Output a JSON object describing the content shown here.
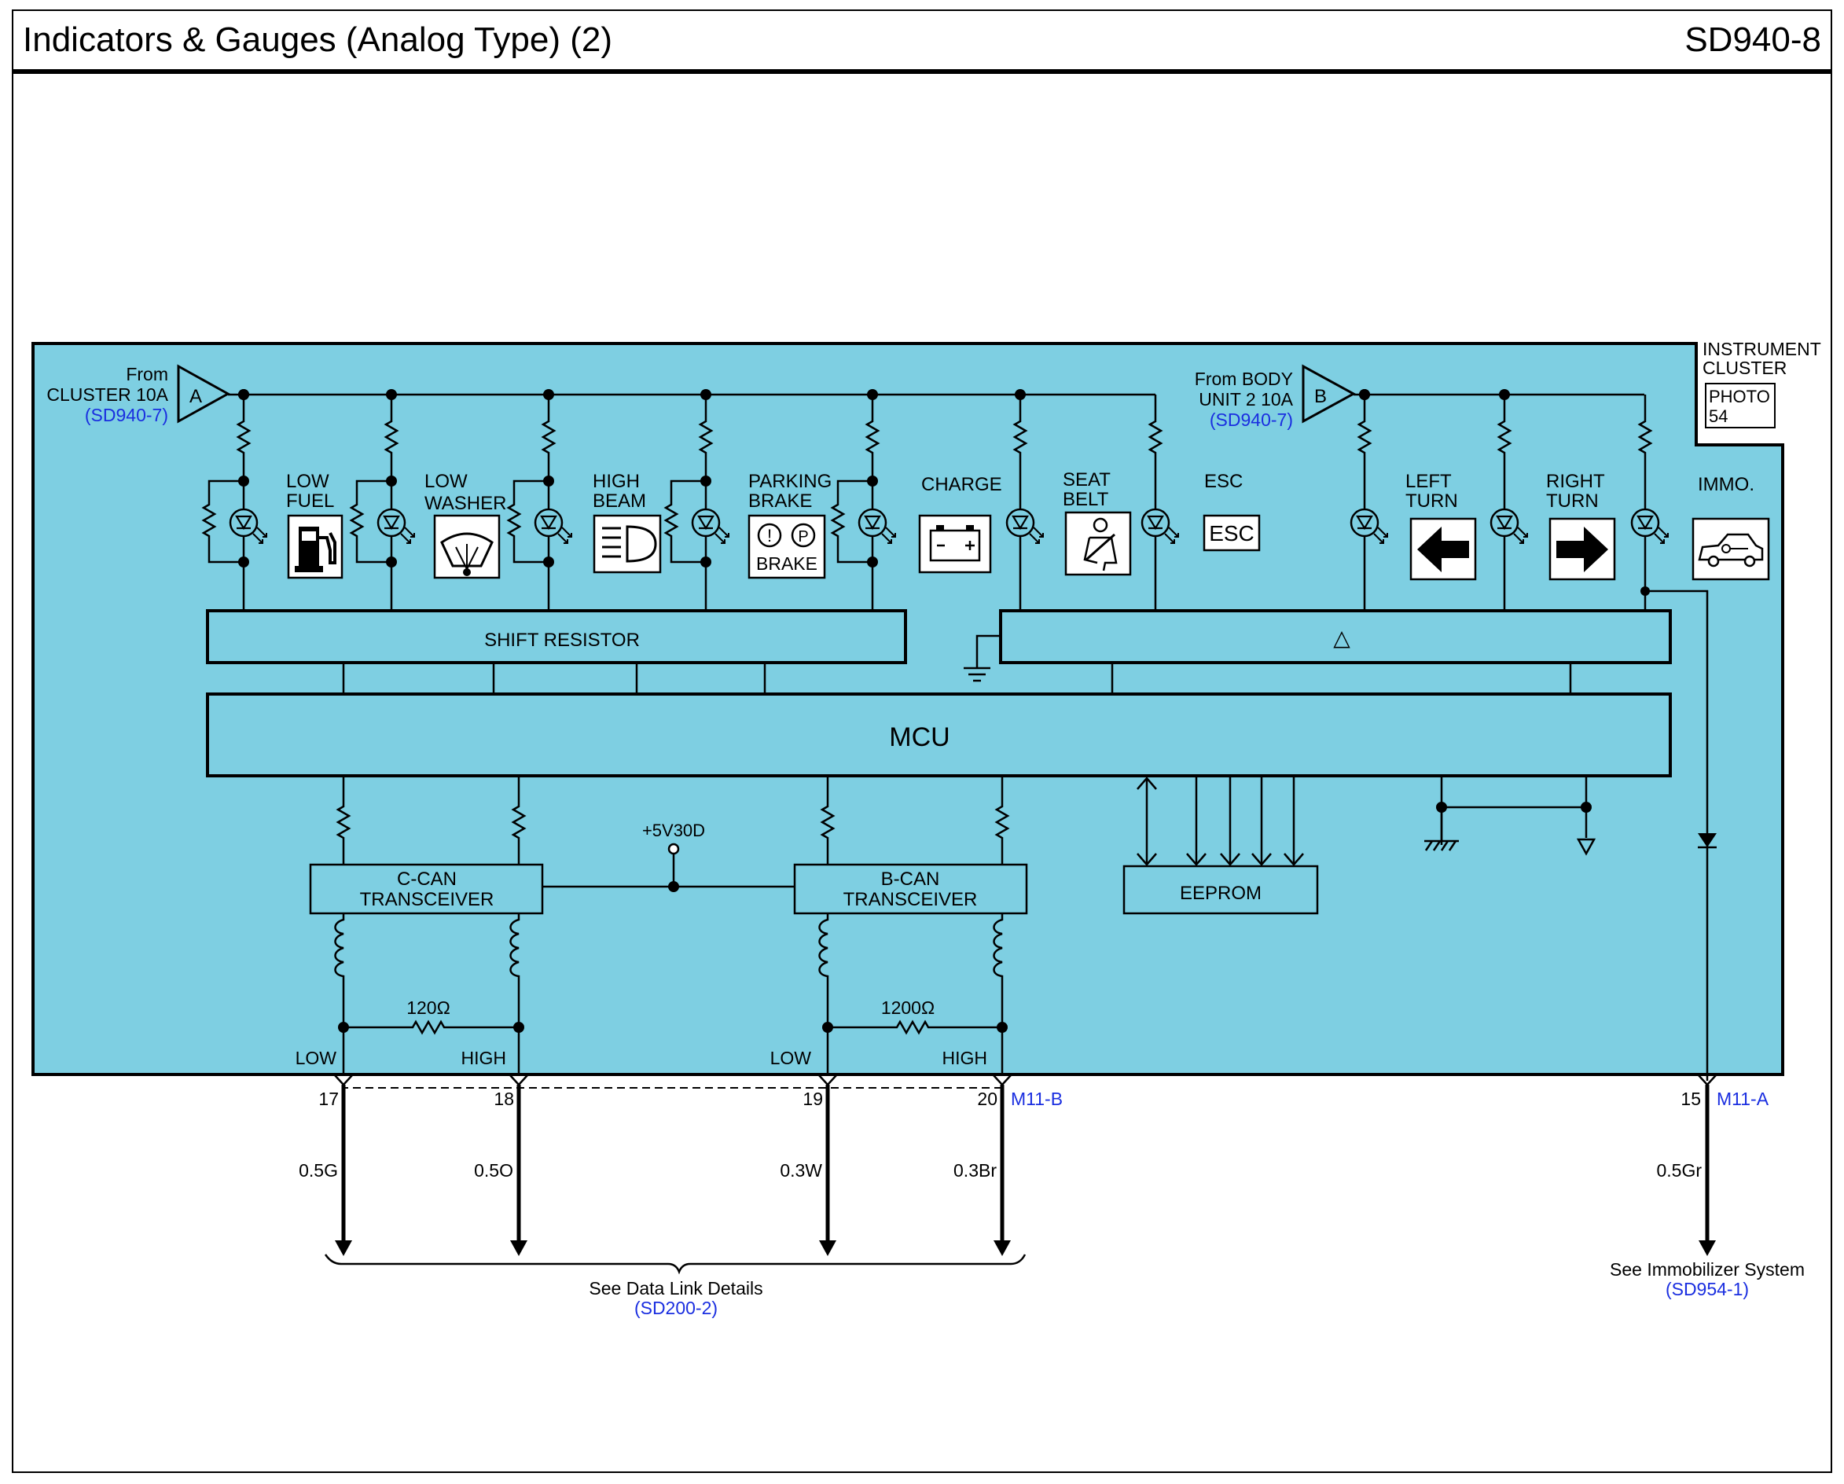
{
  "header": {
    "title": "Indicators & Gauges (Analog Type) (2)",
    "code": "SD940-8"
  },
  "colors": {
    "cluster_fill": "#7ecfe2",
    "link": "#1a2ee0",
    "line": "#000000"
  },
  "sources": {
    "a": {
      "letter": "A",
      "line1": "From",
      "line2": "CLUSTER 10A",
      "ref": "(SD940-7)"
    },
    "b": {
      "letter": "B",
      "line1": "From BODY",
      "line2": "UNIT 2 10A",
      "ref": "(SD940-7)"
    }
  },
  "cluster": {
    "name1": "INSTRUMENT",
    "name2": "CLUSTER",
    "photo1": "PHOTO",
    "photo2": "54"
  },
  "indicators": {
    "low_fuel": {
      "l1": "LOW",
      "l2": "FUEL",
      "icon": "fuel-pump-icon"
    },
    "low_washer": {
      "l1": "LOW",
      "l2": "WASHER",
      "icon": "washer-icon"
    },
    "high_beam": {
      "l1": "HIGH",
      "l2": "BEAM",
      "icon": "high-beam-icon"
    },
    "parking_brake": {
      "l1": "PARKING",
      "l2": "BRAKE",
      "icon": "brake-icon",
      "icon_text": "BRAKE"
    },
    "charge": {
      "l1": "CHARGE",
      "icon": "battery-icon"
    },
    "seat_belt": {
      "l1": "SEAT",
      "l2": "BELT",
      "icon": "seat-belt-icon"
    },
    "esc": {
      "l1": "ESC",
      "icon": "esc-icon",
      "icon_text": "ESC"
    },
    "left_turn": {
      "l1": "LEFT",
      "l2": "TURN",
      "icon": "arrow-left-icon"
    },
    "right_turn": {
      "l1": "RIGHT",
      "l2": "TURN",
      "icon": "arrow-right-icon"
    },
    "immo": {
      "l1": "IMMO.",
      "icon": "car-key-icon"
    }
  },
  "blocks": {
    "shift_resistor": "SHIFT RESISTOR",
    "driver_symbol": "△",
    "mcu": "MCU",
    "eeprom": "EEPROM",
    "ccan1": "C-CAN",
    "ccan2": "TRANSCEIVER",
    "bcan1": "B-CAN",
    "bcan2": "TRANSCEIVER"
  },
  "supply": "+5V30D",
  "terminations": {
    "c": "120Ω",
    "b": "1200Ω"
  },
  "pins": {
    "p17": {
      "side": "LOW",
      "num": "17",
      "wire": "0.5G"
    },
    "p18": {
      "side": "HIGH",
      "num": "18",
      "wire": "0.5O"
    },
    "p19": {
      "side": "LOW",
      "num": "19",
      "wire": "0.3W"
    },
    "p20": {
      "side": "HIGH",
      "num": "20",
      "wire": "0.3Br"
    },
    "p15": {
      "num": "15",
      "wire": "0.5Gr"
    }
  },
  "connectors": {
    "m11b": "M11-B",
    "m11a": "M11-A"
  },
  "footer": {
    "datalink": "See Data Link Details",
    "datalink_ref": "(SD200-2)",
    "immo": "See Immobilizer System",
    "immo_ref": "(SD954-1)"
  }
}
